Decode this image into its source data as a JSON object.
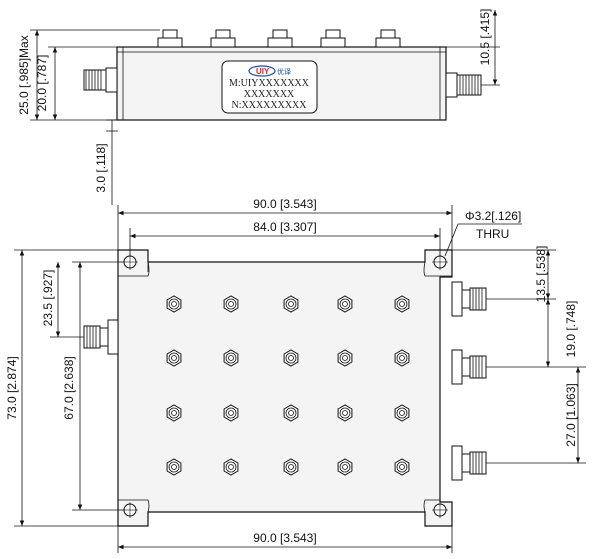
{
  "side_view": {
    "overall_height": "25.0 [.985]Max",
    "body_height": "20.0 [.787]",
    "connector_offset": "10.5 [.415]",
    "flange_height": "3.0 [.118]",
    "label": {
      "line1": "M:UIYXXXXXXX",
      "line2": "XXXXXXX",
      "line3": "N:XXXXXXXXX",
      "brand": "优译"
    }
  },
  "top_view": {
    "overall_width": "90.0 [3.543]",
    "hole_spacing": "84.0 [3.307]",
    "hole_note_line1": "Φ3.2[.126]",
    "hole_note_line2": "THRU",
    "overall_height": "73.0 [2.874]",
    "hole_spacing_vertical": "67.0 [2.638]",
    "input_offset": "23.5 [.927]",
    "port1_offset": "13.5 [.538]",
    "port_pitch": "19.0 [.748]",
    "port3_pitch": "27.0 [1.063]",
    "bottom_width": "90.0 [3.543]"
  },
  "colors": {
    "body_fill": "#f4f4f4",
    "line": "#111111",
    "logo_red": "#d3232a",
    "logo_blue": "#1a4fa0"
  }
}
